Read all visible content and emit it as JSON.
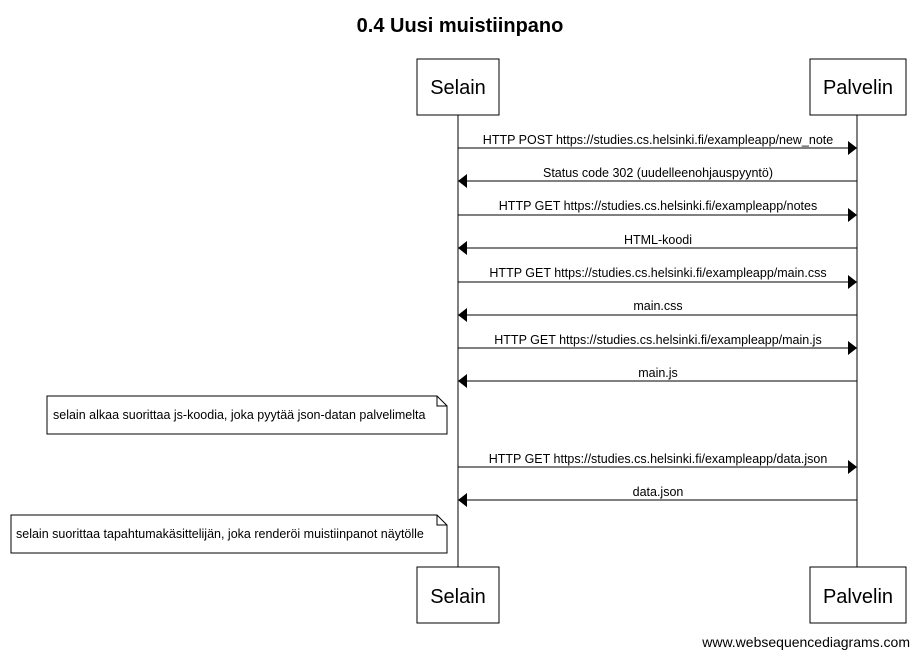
{
  "diagram": {
    "title": "0.4 Uusi muistiinpano",
    "actors": {
      "left": "Selain",
      "right": "Palvelin"
    },
    "steps": [
      {
        "kind": "message",
        "direction": "right",
        "label": "HTTP POST https://studies.cs.helsinki.fi/exampleapp/new_note"
      },
      {
        "kind": "message",
        "direction": "left",
        "label": "Status code 302 (uudelleenohjauspyyntö)"
      },
      {
        "kind": "message",
        "direction": "right",
        "label": "HTTP GET https://studies.cs.helsinki.fi/exampleapp/notes"
      },
      {
        "kind": "message",
        "direction": "left",
        "label": "HTML-koodi"
      },
      {
        "kind": "message",
        "direction": "right",
        "label": "HTTP GET https://studies.cs.helsinki.fi/exampleapp/main.css"
      },
      {
        "kind": "message",
        "direction": "left",
        "label": "main.css"
      },
      {
        "kind": "message",
        "direction": "right",
        "label": "HTTP GET https://studies.cs.helsinki.fi/exampleapp/main.js"
      },
      {
        "kind": "message",
        "direction": "left",
        "label": "main.js"
      },
      {
        "kind": "note",
        "label": "selain alkaa suorittaa js-koodia, joka pyytää json-datan palvelimelta"
      },
      {
        "kind": "message",
        "direction": "right",
        "label": "HTTP GET https://studies.cs.helsinki.fi/exampleapp/data.json"
      },
      {
        "kind": "message",
        "direction": "left",
        "label": "data.json"
      },
      {
        "kind": "note",
        "label": "selain suorittaa tapahtumakäsittelijän, joka renderöi muistiinpanot näytölle"
      }
    ],
    "footer": "www.websequencediagrams.com"
  }
}
